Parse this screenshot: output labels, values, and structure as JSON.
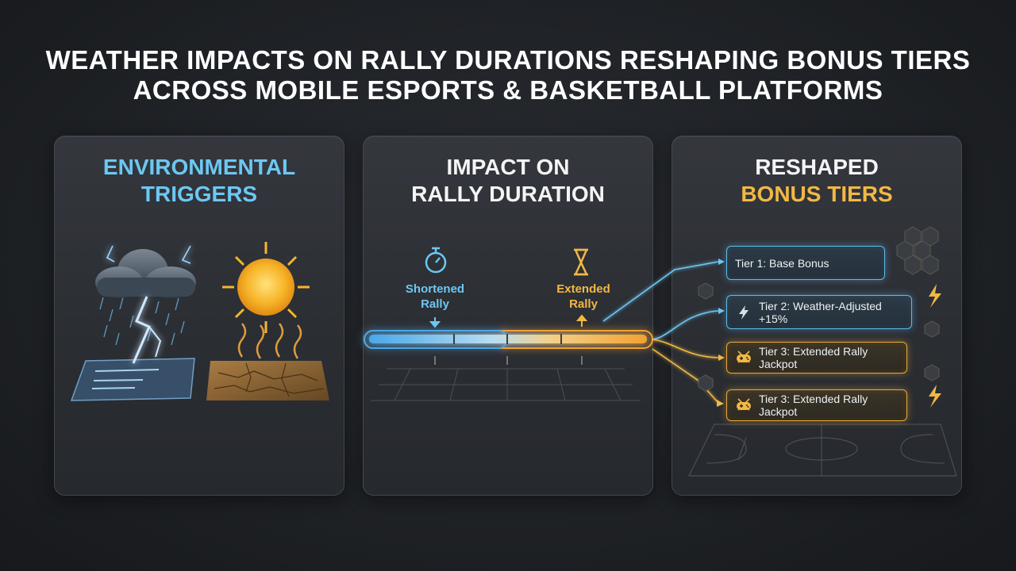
{
  "title": {
    "line1": "WEATHER IMPACTS ON RALLY DURATIONS RESHAPING BONUS TIERS",
    "line2": "ACROSS MOBILE ESPORTS & BASKETBALL PLATFORMS"
  },
  "panels": [
    {
      "title_line1": "ENVIRONMENTAL",
      "title_line2": "TRIGGERS"
    },
    {
      "title_line1": "IMPACT ON",
      "title_line2": "RALLY DURATION"
    },
    {
      "title_line1": "RESHAPED",
      "title_line2": "BONUS TIERS"
    }
  ],
  "rally": {
    "shortened_line1": "Shortened",
    "shortened_line2": "Rally",
    "extended_line1": "Extended",
    "extended_line2": "Rally"
  },
  "tiers": [
    {
      "label": "Tier 1: Base Bonus",
      "icon": "none",
      "accent": "#63b9e8"
    },
    {
      "label": "Tier 2: Weather-Adjusted +15%",
      "icon": "lightning-icon",
      "accent": "#63b9e8"
    },
    {
      "label": "Tier 3: Extended Rally Jackpot",
      "icon": "gamepad-icon",
      "accent": "#e8a83a"
    },
    {
      "label": "Tier 3: Extended Rally Jackpot",
      "icon": "gamepad-icon",
      "accent": "#e8a83a"
    }
  ],
  "colors": {
    "background": "#1f2226",
    "blue_accent": "#6cc8f2",
    "gold_accent": "#f2b845"
  }
}
